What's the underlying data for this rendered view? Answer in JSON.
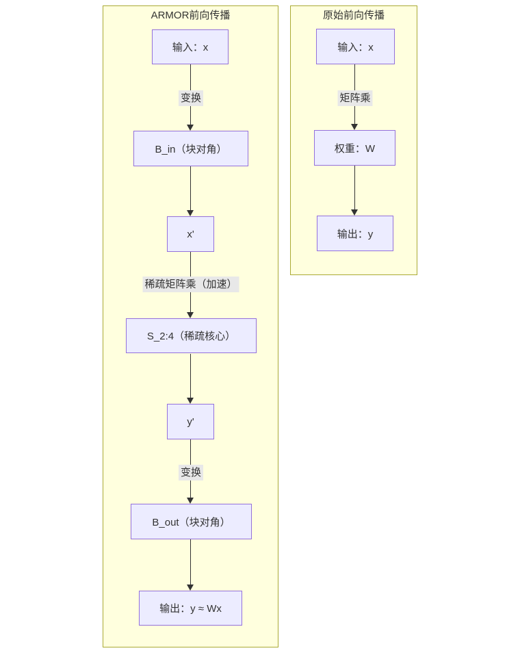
{
  "diagram_type": "flowchart",
  "armor": {
    "title": "ARMOR前向传播",
    "nodes": {
      "input": "输入：x",
      "b_in": "B_in（块对角）",
      "x_prime": "x'",
      "s_2_4": "S_2:4（稀疏核心）",
      "y_prime": "y'",
      "b_out": "B_out（块对角）",
      "output": "输出：y ≈ Wx"
    },
    "edge_labels": {
      "transform_in": "变换",
      "sparse_matmul": "稀疏矩阵乘（加速）",
      "transform_out": "变换"
    },
    "connections": [
      {
        "from": "输入：x",
        "to": "B_in（块对角）",
        "label": "变换"
      },
      {
        "from": "B_in（块对角）",
        "to": "x'",
        "label": ""
      },
      {
        "from": "x'",
        "to": "S_2:4（稀疏核心）",
        "label": "稀疏矩阵乘（加速）"
      },
      {
        "from": "S_2:4（稀疏核心）",
        "to": "y'",
        "label": ""
      },
      {
        "from": "y'",
        "to": "B_out（块对角）",
        "label": "变换"
      },
      {
        "from": "B_out（块对角）",
        "to": "输出：y ≈ Wx",
        "label": ""
      }
    ]
  },
  "original": {
    "title": "原始前向传播",
    "nodes": {
      "input": "输入：x",
      "weight": "权重：W",
      "output": "输出：y"
    },
    "edge_labels": {
      "matmul": "矩阵乘"
    },
    "connections": [
      {
        "from": "输入：x",
        "to": "权重：W",
        "label": "矩阵乘"
      },
      {
        "from": "权重：W",
        "to": "输出：y",
        "label": ""
      }
    ]
  },
  "colors": {
    "cluster_fill": "#ffffde",
    "cluster_border": "#aaaa33",
    "node_fill": "#ececff",
    "node_border": "#9370db",
    "edge_line": "#333333",
    "edge_label_bg": "#e8e8e8",
    "text": "#333333"
  }
}
